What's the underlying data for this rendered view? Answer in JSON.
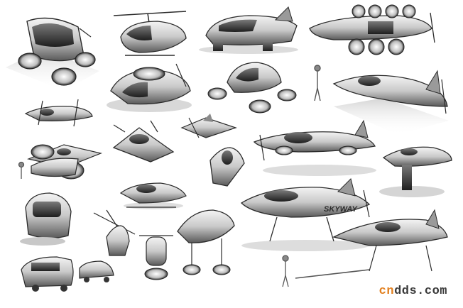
{
  "image": {
    "subject": "sheet of grayscale concept sketches of flying vehicles",
    "palette": {
      "background": "#ffffff",
      "ink": "#2b2b2b",
      "mid": "#8a8a8a",
      "light": "#d6d6d6",
      "accent": "#e2801f"
    }
  },
  "vehicles": [
    {
      "name": "Quad-fan pod craft"
    },
    {
      "name": "Helicopter pod"
    },
    {
      "name": "Sports flyer"
    },
    {
      "name": "Multi-fan airship"
    },
    {
      "name": "Fan-disc craft"
    },
    {
      "name": "Bubble quad-fan"
    },
    {
      "name": "Finned jet glider"
    },
    {
      "name": "Small tilt-rotor"
    },
    {
      "name": "Delta tilt-rotor"
    },
    {
      "name": "Tiny winged jet"
    },
    {
      "name": "Long-wing ducted plane"
    },
    {
      "name": "Pedestal jet"
    },
    {
      "name": "Drone glider"
    },
    {
      "name": "Twin-fan carrier"
    },
    {
      "name": "Twin-boom craft"
    },
    {
      "name": "Low helicopter"
    },
    {
      "name": "Skyway airship"
    },
    {
      "name": "Prop pod"
    },
    {
      "name": "Quad-rotor lander"
    },
    {
      "name": "Delta jet over table"
    },
    {
      "name": "Personal jet pack"
    },
    {
      "name": "Rear-fan pod"
    },
    {
      "name": "Van"
    },
    {
      "name": "Small car"
    }
  ],
  "labels": {
    "airship_logo": "SKYWAY"
  },
  "watermark": {
    "left": "cn",
    "right": "dds.com"
  }
}
